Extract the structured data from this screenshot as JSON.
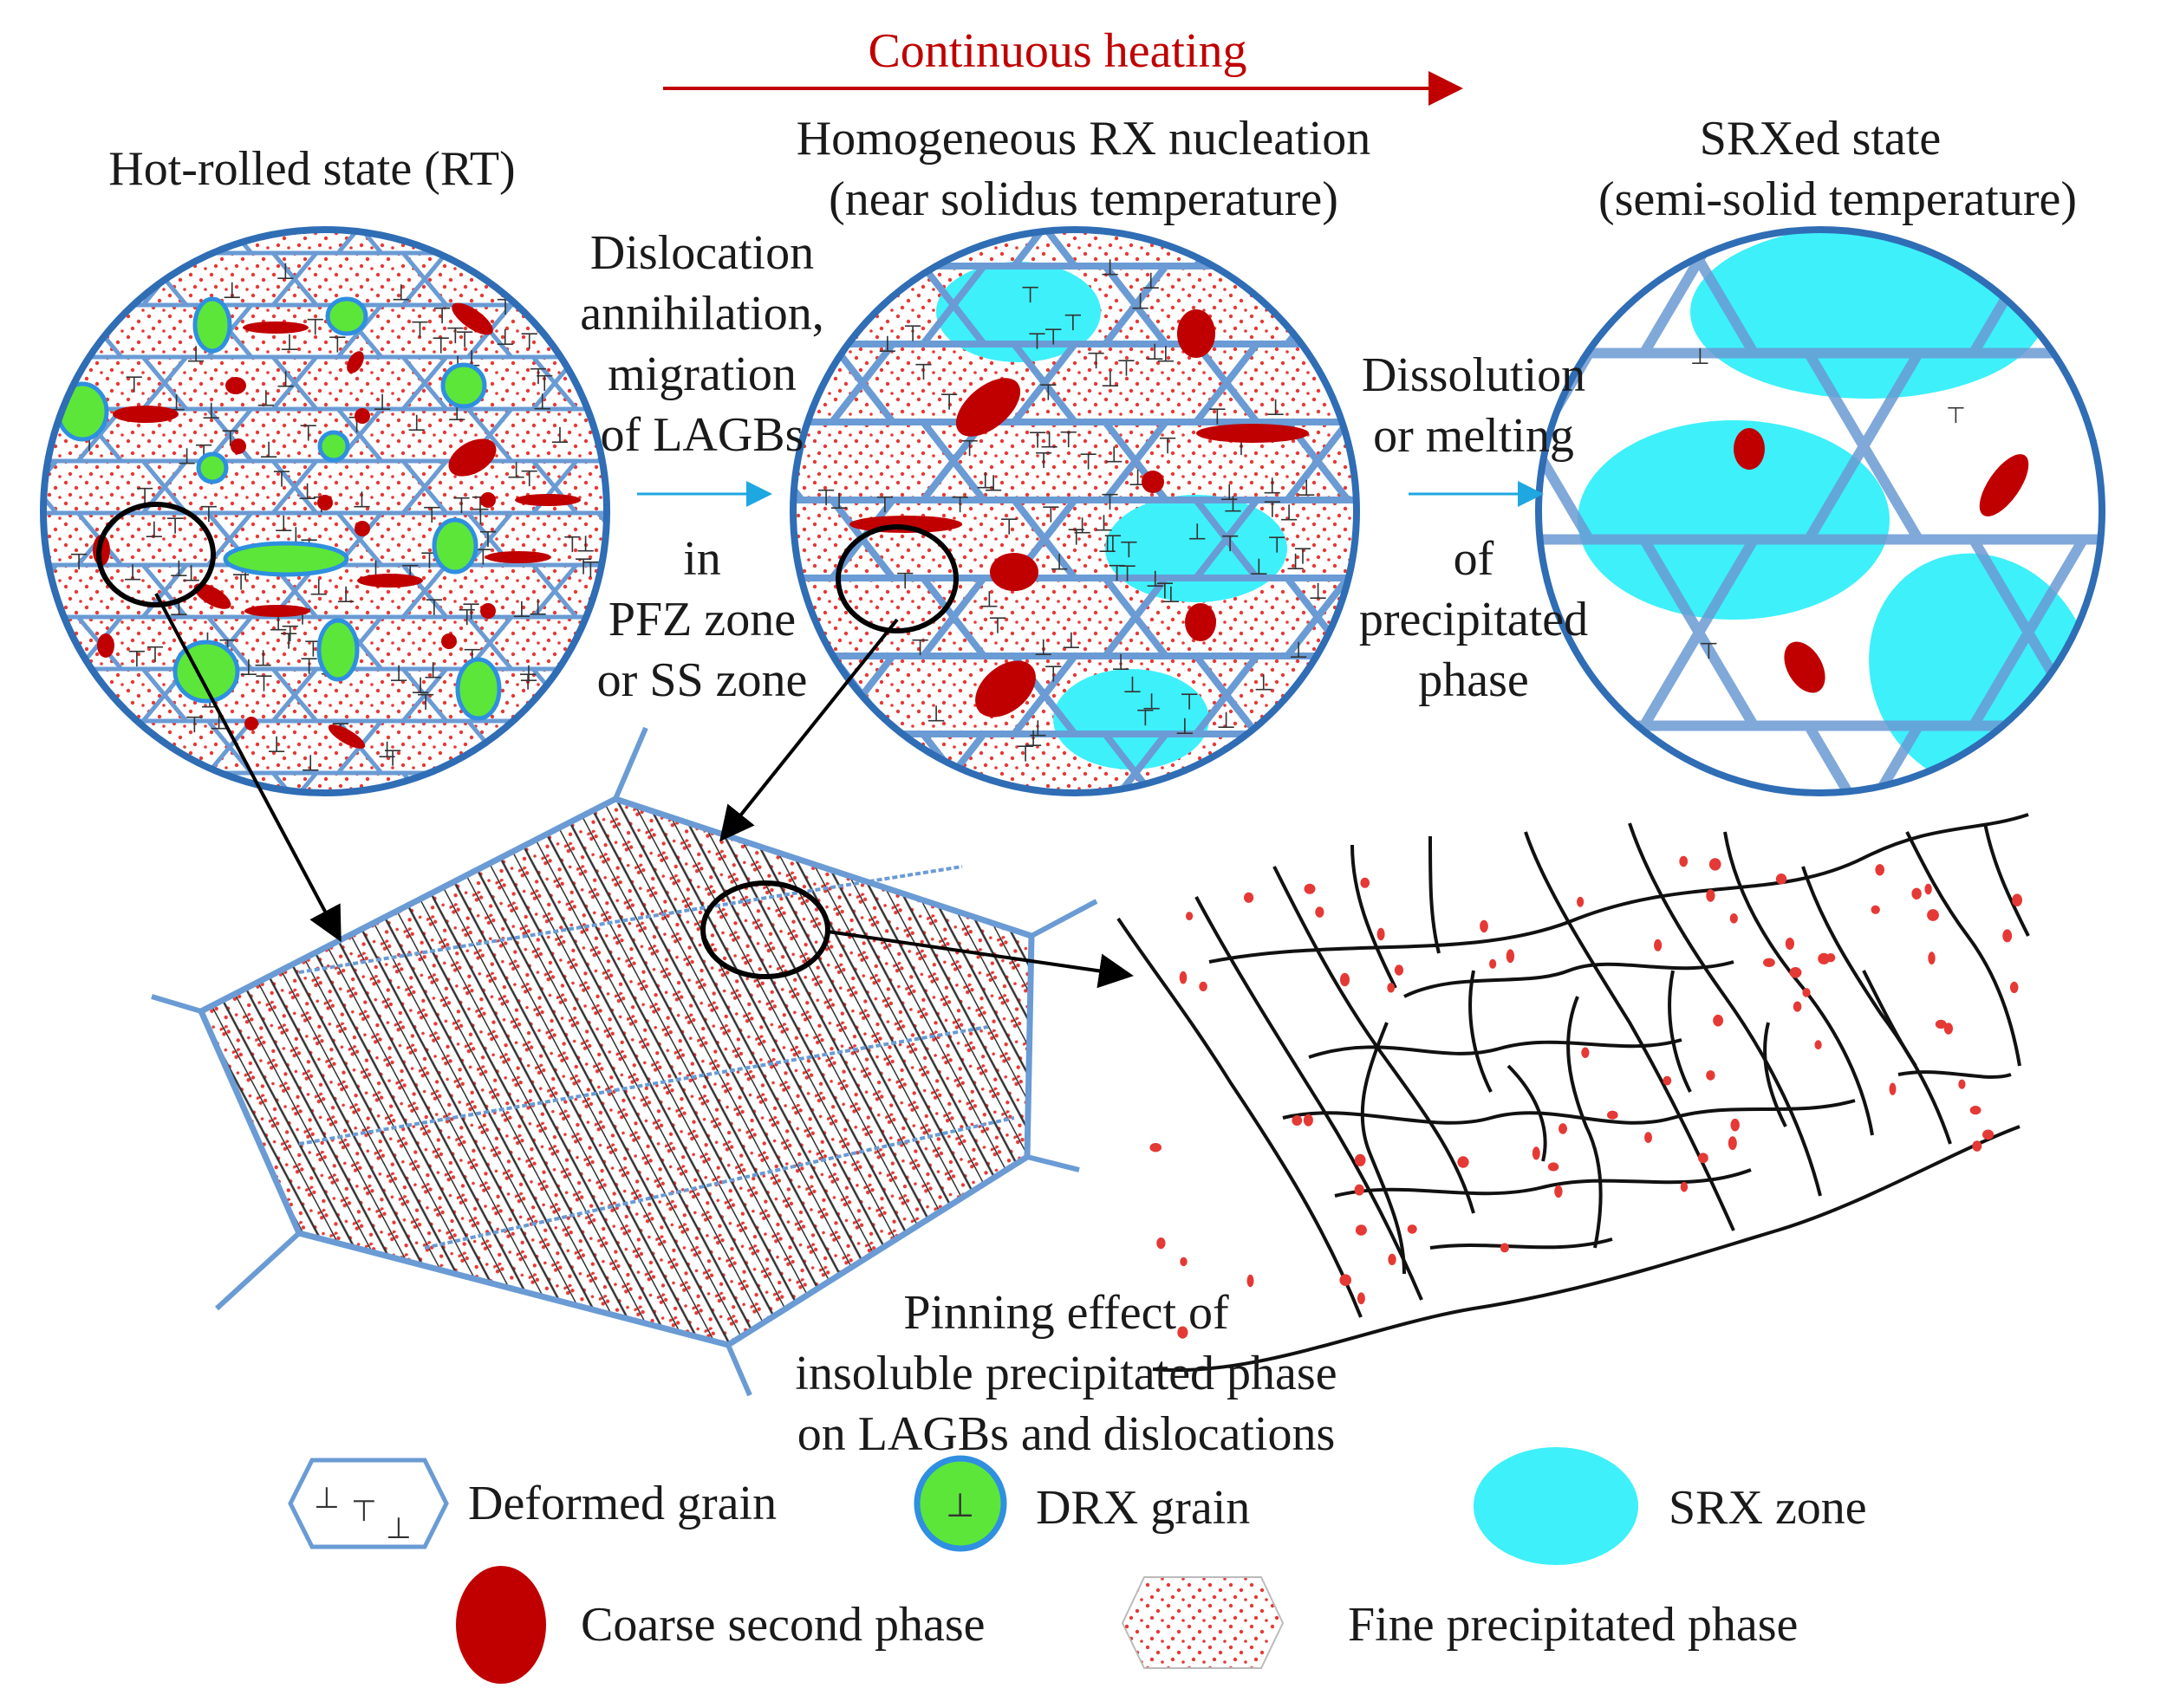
{
  "header": {
    "title": "Continuous heating",
    "arrow_color": "#c00000"
  },
  "stages": [
    {
      "title_line1": "Hot-rolled state (RT)",
      "title_line2": ""
    },
    {
      "title_line1": "Homogeneous RX nucleation",
      "title_line2": "(near solidus temperature)"
    },
    {
      "title_line1": "SRXed state",
      "title_line2": "(semi-solid temperature)"
    }
  ],
  "transitions": [
    {
      "lines": [
        "Dislocation",
        "annihilation,",
        "migration",
        "of LAGBs",
        "",
        "in",
        "PFZ zone",
        "or SS zone"
      ]
    },
    {
      "lines": [
        "Dissolution",
        "or melting",
        "",
        "of",
        "precipitated",
        "phase"
      ]
    }
  ],
  "annotation": {
    "lines": [
      "Pinning effect of",
      "insoluble precipitated phase",
      "on LAGBs  and dislocations"
    ]
  },
  "legend": {
    "deformed_grain": "Deformed grain",
    "drx_grain": "DRX grain",
    "srx_zone": "SRX zone",
    "coarse_second_phase": "Coarse second phase",
    "fine_precipitated_phase": "Fine precipitated phase"
  },
  "colors": {
    "grain_boundary": "#6a9bd4",
    "circle_border": "#2f6db5",
    "drx_green": "#5ce63a",
    "srx_cyan": "#3ef0fa",
    "coarse_phase": "#c00000",
    "fine_dots": "#e53935",
    "arrow_blue": "#1ea7e1"
  }
}
